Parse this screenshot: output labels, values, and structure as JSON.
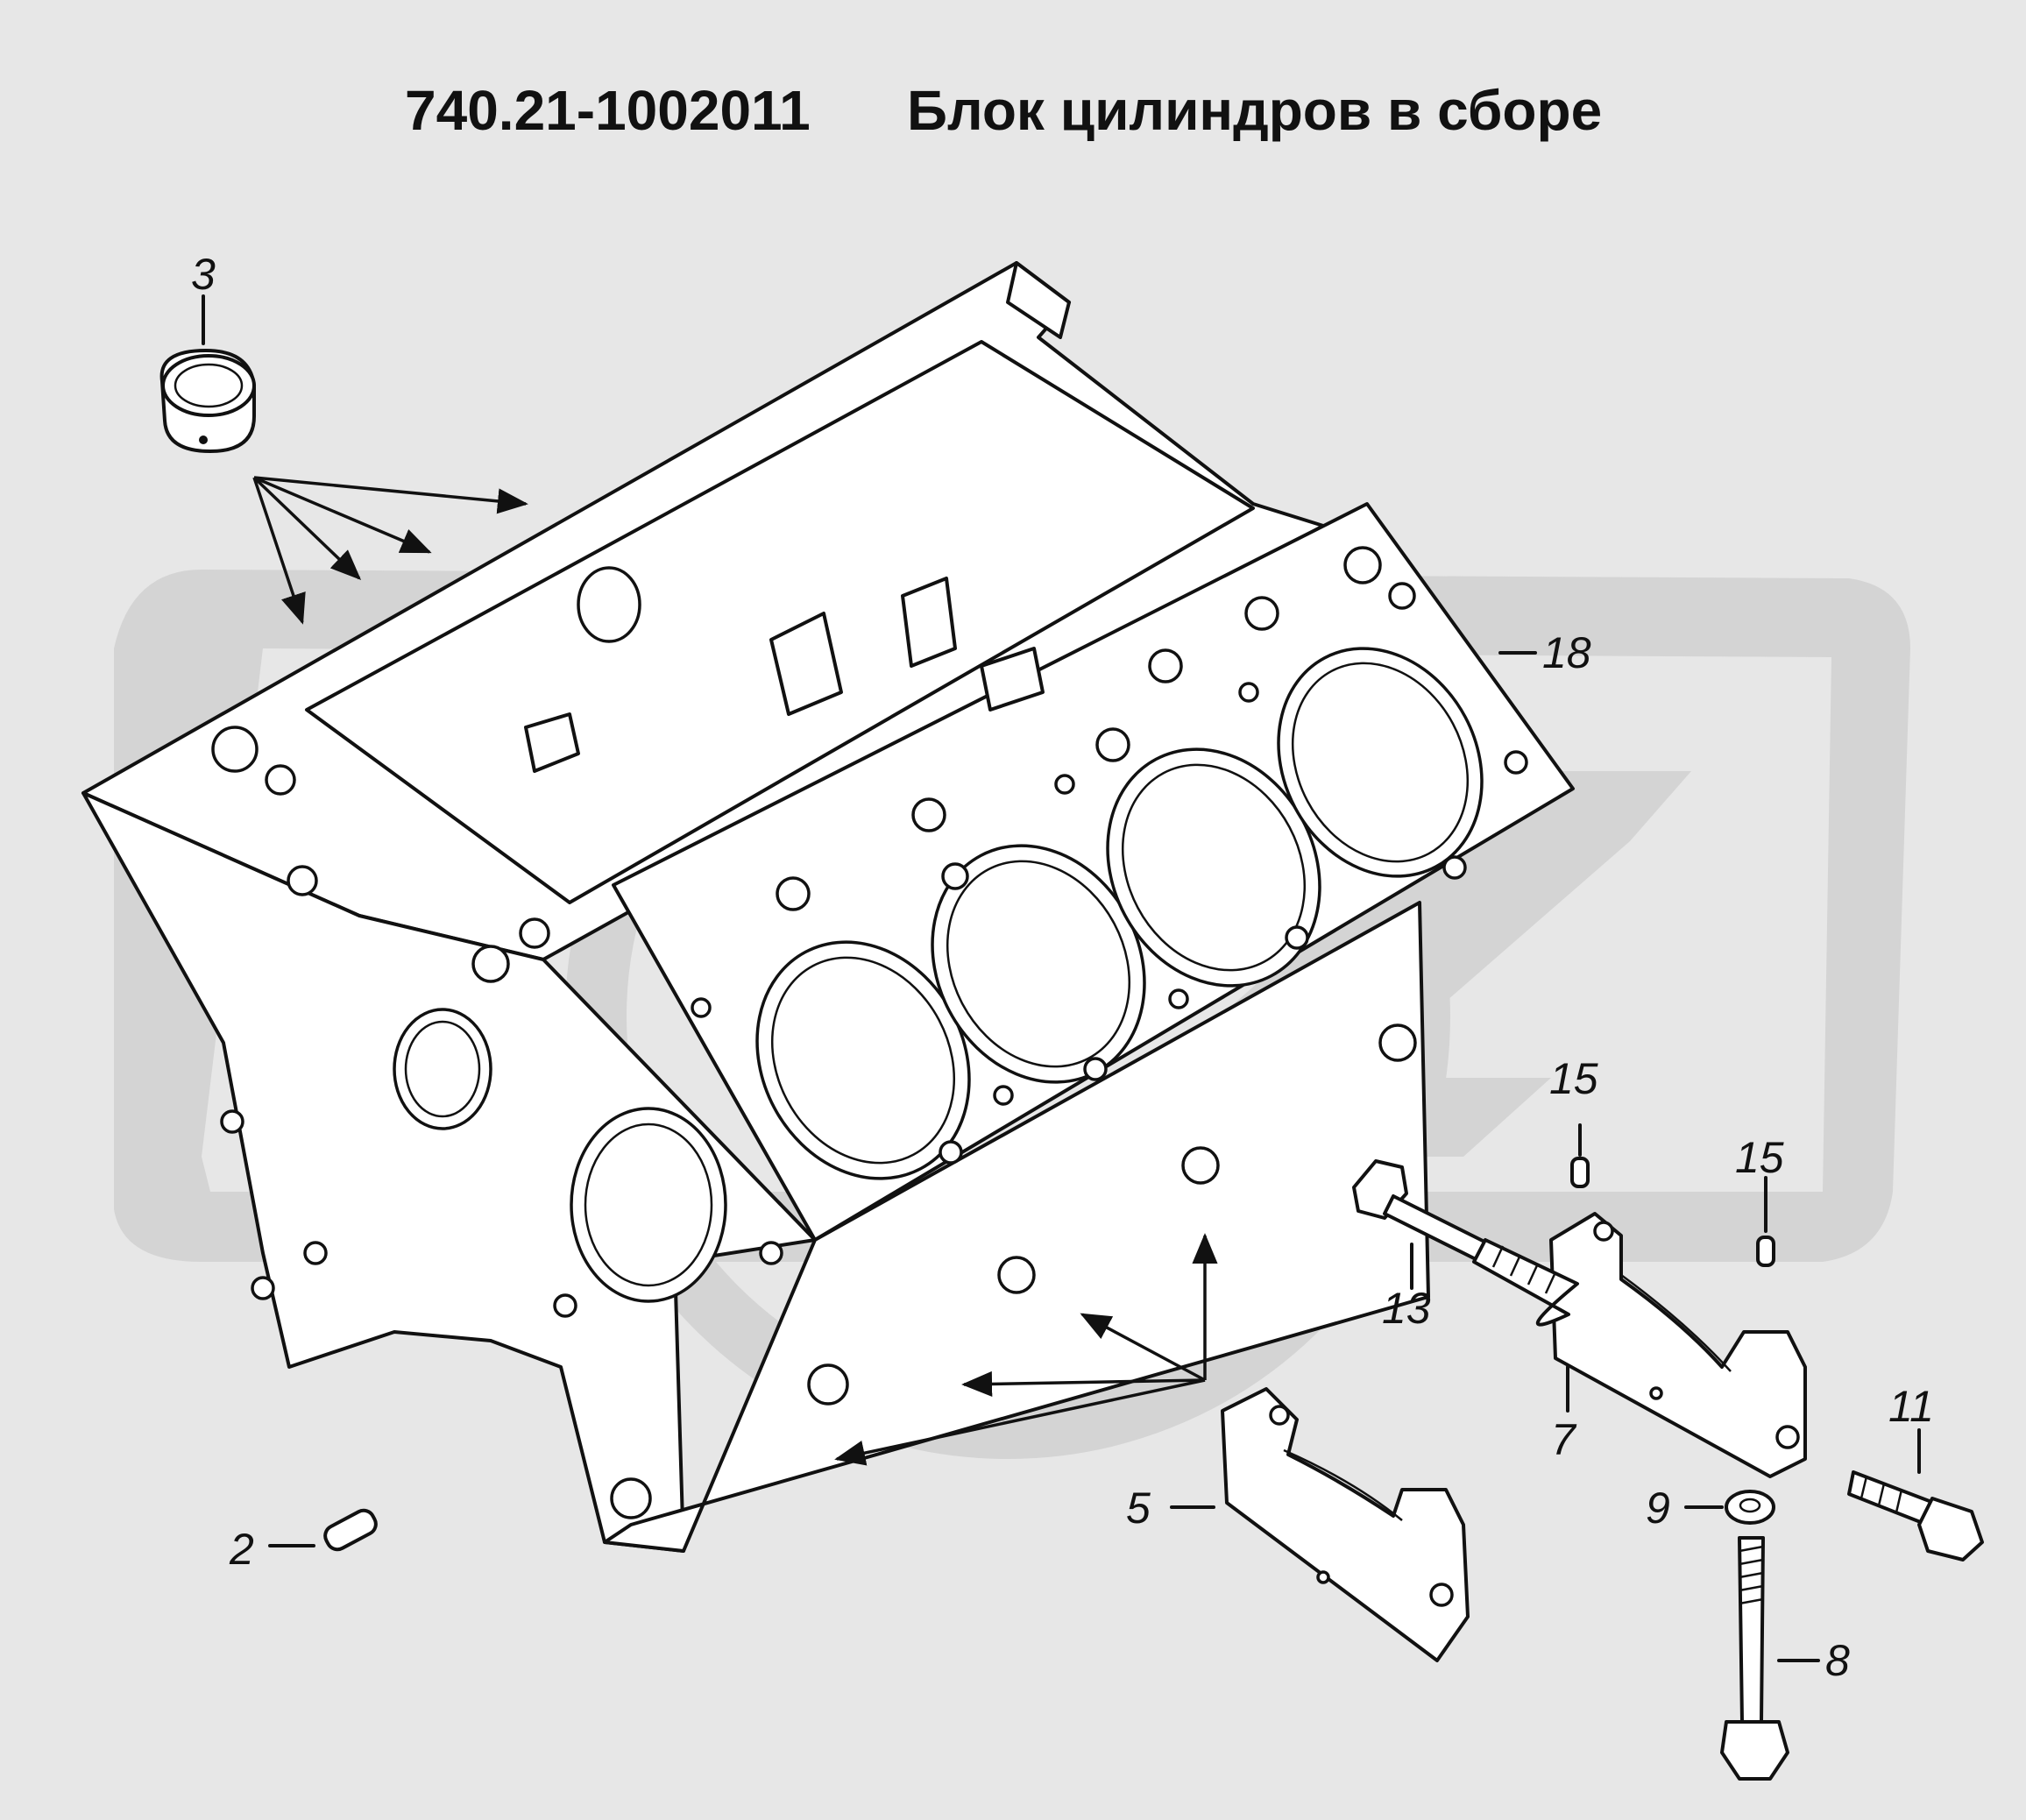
{
  "title": {
    "code": "740.21-1002011",
    "name": "Блок цилиндров в сборе"
  },
  "callouts": {
    "c2": "2",
    "c3": "3",
    "c5": "5",
    "c7": "7",
    "c8": "8",
    "c9": "9",
    "c11": "11",
    "c13": "13",
    "c15a": "15",
    "c15b": "15",
    "c18": "18"
  },
  "colors": {
    "background": "#e7e7e7",
    "ink": "#111111",
    "watermark": "#d4d4d4"
  }
}
